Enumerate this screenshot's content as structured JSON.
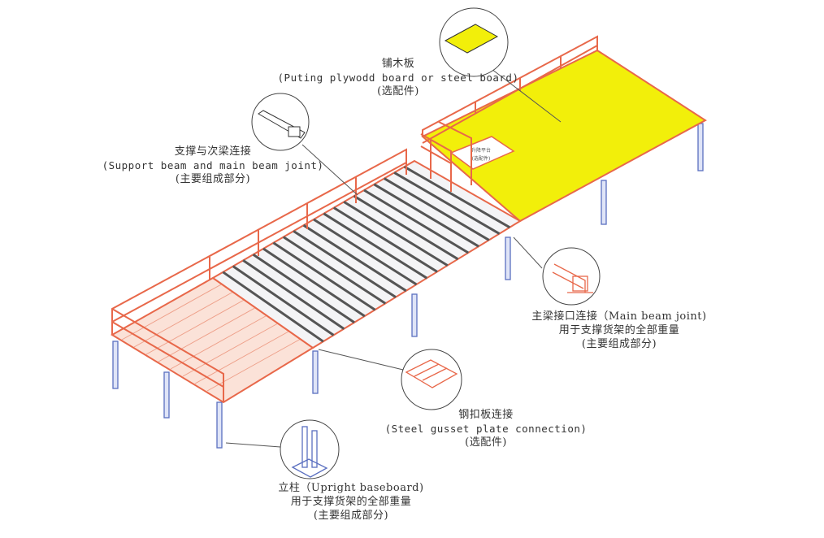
{
  "colors": {
    "rail": "#e8684a",
    "deck_board": "#f2ef0a",
    "column": "#5a6fc0",
    "joist": "#555555",
    "callout_line": "#555555"
  },
  "hole_label": {
    "line1": "升降平台",
    "line2": "(选配件)"
  },
  "callouts": {
    "board": {
      "cn": "铺木板",
      "en": "(Puting plywodd board or steel board)",
      "note": "(选配件)"
    },
    "support_joint": {
      "cn": "支撑与次梁连接",
      "en": "(Support beam and main beam joint)",
      "note": "(主要组成部分)"
    },
    "main_joint": {
      "cn": "主梁接口连接（Main beam joint)",
      "use": "用于支撑货架的全部重量",
      "note": "(主要组成部分)"
    },
    "gusset": {
      "cn": "钢扣板连接",
      "en": "(Steel gusset plate connection)",
      "note": "(选配件)"
    },
    "upright": {
      "cn": "立柱（Upright baseboard)",
      "use": "用于支撑货架的全部重量",
      "note": "(主要组成部分)"
    }
  }
}
